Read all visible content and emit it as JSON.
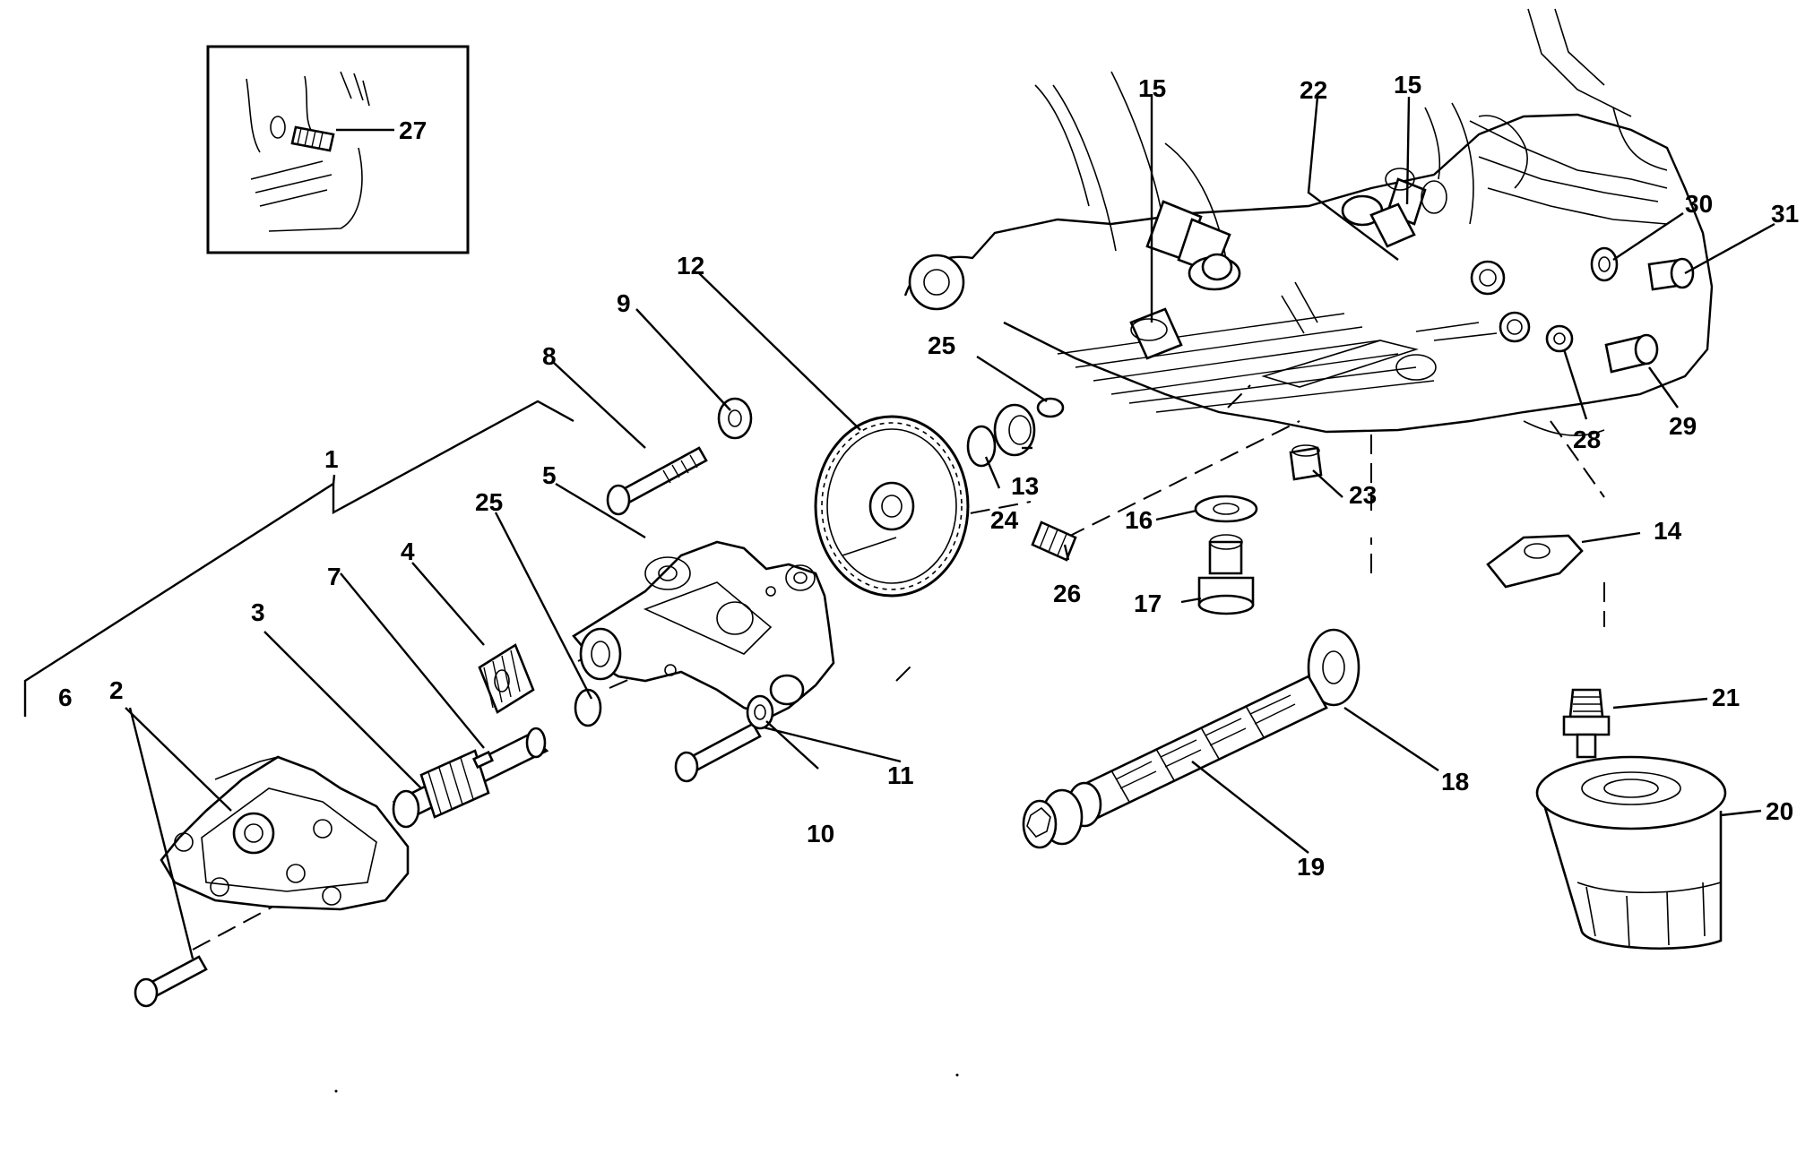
{
  "callouts": {
    "c1": "1",
    "c2": "2",
    "c3": "3",
    "c4": "4",
    "c5": "5",
    "c6": "6",
    "c7": "7",
    "c8": "8",
    "c9": "9",
    "c10": "10",
    "c11": "11",
    "c12": "12",
    "c13": "13",
    "c14": "14",
    "c15a": "15",
    "c15b": "15",
    "c16": "16",
    "c17": "17",
    "c18": "18",
    "c19": "19",
    "c20": "20",
    "c21": "21",
    "c22": "22",
    "c23": "23",
    "c24": "24",
    "c25a": "25",
    "c25b": "25",
    "c26": "26",
    "c27": "27",
    "c28": "28",
    "c29": "29",
    "c30": "30",
    "c31": "31"
  }
}
